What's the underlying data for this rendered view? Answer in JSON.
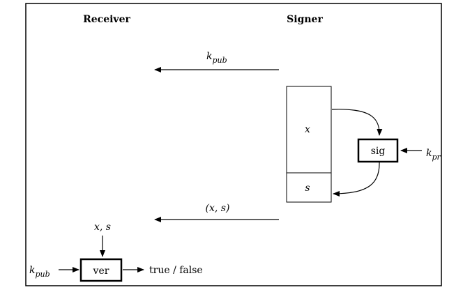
{
  "headers": {
    "receiver": "Receiver",
    "signer": "Signer"
  },
  "messages": {
    "public_key": {
      "base": "k",
      "sub": "pub"
    },
    "signed_pair": "(x, s)"
  },
  "signer_block": {
    "message_cell": "x",
    "signature_cell": "s",
    "sig_box": "sig",
    "private_key": {
      "base": "k",
      "sub": "pr"
    }
  },
  "receiver_block": {
    "inputs": "x, s",
    "ver_box": "ver",
    "public_key": {
      "base": "k",
      "sub": "pub"
    },
    "output": "true / false"
  }
}
